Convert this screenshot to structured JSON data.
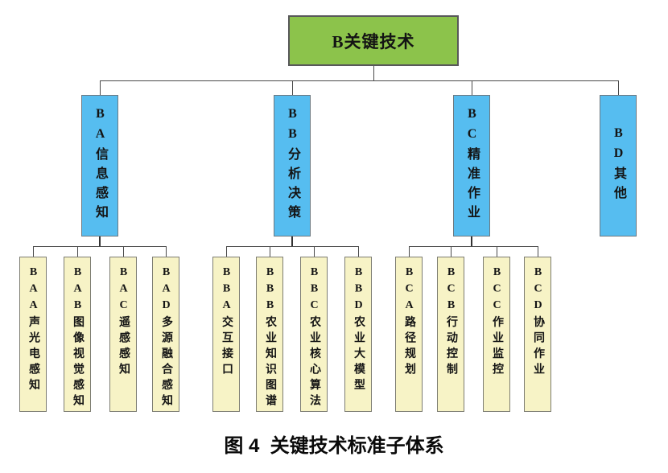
{
  "figure_caption": "图 4  关键技术标准子体系",
  "colors": {
    "root_fill": "#8CC34B",
    "branch_fill": "#56BDF0",
    "leaf_fill": "#F7F3C6",
    "connector": "#4a4a4a",
    "text": "#141414",
    "background": "#FFFFFF"
  },
  "tree": {
    "root": {
      "label": "B关键技术"
    },
    "branches": [
      {
        "label": "BA信息感知",
        "children": [
          {
            "label": "BAA声光电感知"
          },
          {
            "label": "BAB图像视觉感知"
          },
          {
            "label": "BAC遥感感知"
          },
          {
            "label": "BAD多源融合感知"
          }
        ]
      },
      {
        "label": "BB分析决策",
        "children": [
          {
            "label": "BBA交互接口"
          },
          {
            "label": "BBB农业知识图谱"
          },
          {
            "label": "BBC农业核心算法"
          },
          {
            "label": "BBD农业大模型"
          }
        ]
      },
      {
        "label": "BC精准作业",
        "children": [
          {
            "label": "BCA路径规划"
          },
          {
            "label": "BCB行动控制"
          },
          {
            "label": "BCC作业监控"
          },
          {
            "label": "BCD协同作业"
          }
        ]
      },
      {
        "label": "BD其他",
        "children": []
      }
    ]
  }
}
